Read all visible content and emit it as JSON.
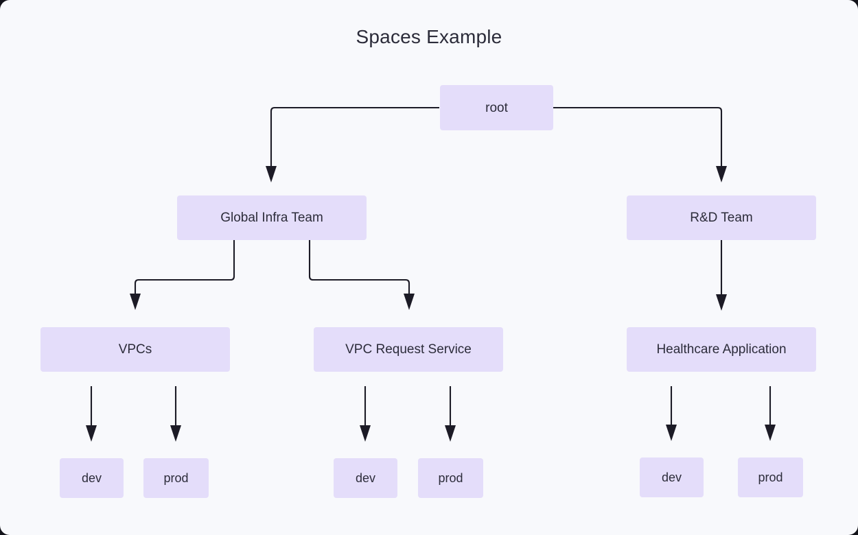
{
  "diagram": {
    "title": "Spaces Example",
    "background_color": "#f8f9fc",
    "node_fill_color": "#e4ddfa",
    "edge_color": "#1c1b26",
    "text_color": "#2c2c3a",
    "type": "tree-hierarchy",
    "nodes": {
      "root": "root",
      "global_infra_team": "Global Infra Team",
      "rnd_team": "R&D Team",
      "vpcs": "VPCs",
      "vpc_request_service": "VPC Request Service",
      "healthcare_application": "Healthcare Application",
      "vpcs_dev": "dev",
      "vpcs_prod": "prod",
      "vrs_dev": "dev",
      "vrs_prod": "prod",
      "health_dev": "dev",
      "health_prod": "prod"
    },
    "edges": [
      {
        "from": "root",
        "to": "global_infra_team",
        "style": "elbow-left"
      },
      {
        "from": "root",
        "to": "rnd_team",
        "style": "elbow-right"
      },
      {
        "from": "global_infra_team",
        "to": "vpcs",
        "style": "elbow-left"
      },
      {
        "from": "global_infra_team",
        "to": "vpc_request_service",
        "style": "elbow-right"
      },
      {
        "from": "rnd_team",
        "to": "healthcare_application",
        "style": "straight"
      },
      {
        "from": "vpcs",
        "to": "vpcs_dev",
        "style": "straight"
      },
      {
        "from": "vpcs",
        "to": "vpcs_prod",
        "style": "straight"
      },
      {
        "from": "vpc_request_service",
        "to": "vrs_dev",
        "style": "straight"
      },
      {
        "from": "vpc_request_service",
        "to": "vrs_prod",
        "style": "straight"
      },
      {
        "from": "healthcare_application",
        "to": "health_dev",
        "style": "straight"
      },
      {
        "from": "healthcare_application",
        "to": "health_prod",
        "style": "straight"
      }
    ]
  }
}
